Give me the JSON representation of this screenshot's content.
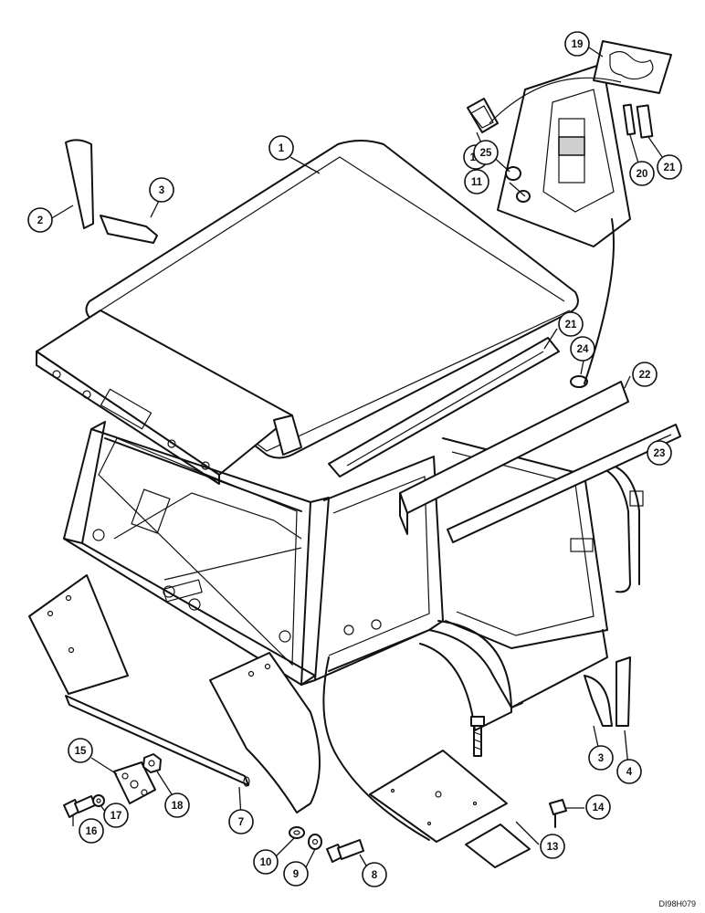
{
  "figure": {
    "reference_code": "DI98H079"
  },
  "callouts": [
    {
      "id": "c1",
      "label": "1"
    },
    {
      "id": "c2",
      "label": "2"
    },
    {
      "id": "c3a",
      "label": "3"
    },
    {
      "id": "c3b",
      "label": "3"
    },
    {
      "id": "c4",
      "label": "4"
    },
    {
      "id": "c7",
      "label": "7"
    },
    {
      "id": "c8",
      "label": "8"
    },
    {
      "id": "c9",
      "label": "9"
    },
    {
      "id": "c10",
      "label": "10"
    },
    {
      "id": "c11",
      "label": "11"
    },
    {
      "id": "c12",
      "label": "12"
    },
    {
      "id": "c13",
      "label": "13"
    },
    {
      "id": "c14",
      "label": "14"
    },
    {
      "id": "c15",
      "label": "15"
    },
    {
      "id": "c16",
      "label": "16"
    },
    {
      "id": "c17",
      "label": "17"
    },
    {
      "id": "c18",
      "label": "18"
    },
    {
      "id": "c19",
      "label": "19"
    },
    {
      "id": "c20",
      "label": "20"
    },
    {
      "id": "c21a",
      "label": "21"
    },
    {
      "id": "c21b",
      "label": "21"
    },
    {
      "id": "c22",
      "label": "22"
    },
    {
      "id": "c23",
      "label": "23"
    },
    {
      "id": "c24",
      "label": "24"
    },
    {
      "id": "c25",
      "label": "25"
    }
  ]
}
